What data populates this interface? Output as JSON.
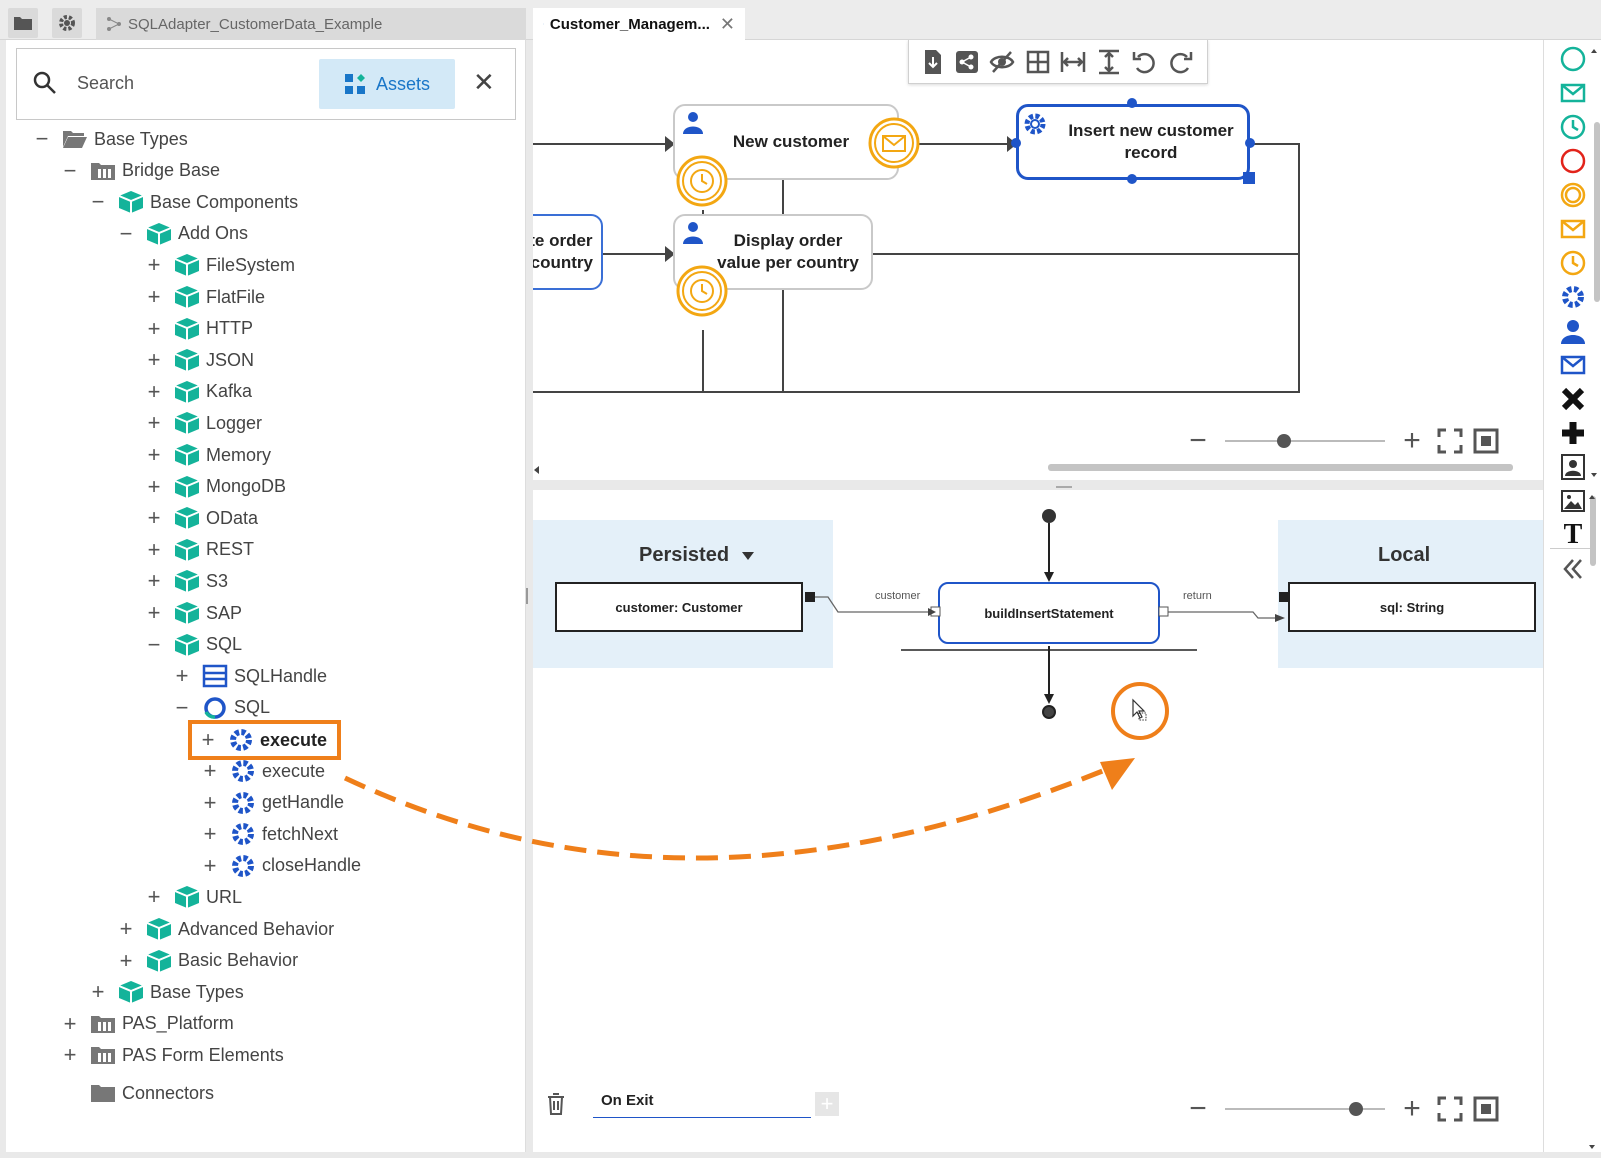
{
  "tabs": [
    {
      "label": "SQLAdapter_CustomerData_Example",
      "active": false
    },
    {
      "label": "Customer_Managem...",
      "active": true
    }
  ],
  "search": {
    "placeholder": "Search",
    "assets_label": "Assets"
  },
  "tree": [
    {
      "label": "Base Types",
      "toggle": "−",
      "icon": "folder-open-icon",
      "level": 0
    },
    {
      "label": "Bridge Base",
      "toggle": "−",
      "icon": "folder-library-icon",
      "level": 1
    },
    {
      "label": "Base Components",
      "toggle": "−",
      "icon": "package-icon",
      "level": 2
    },
    {
      "label": "Add Ons",
      "toggle": "−",
      "icon": "package-icon",
      "level": 3
    },
    {
      "label": "FileSystem",
      "toggle": "+",
      "icon": "package-icon",
      "level": 4
    },
    {
      "label": "FlatFile",
      "toggle": "+",
      "icon": "package-icon",
      "level": 4
    },
    {
      "label": "HTTP",
      "toggle": "+",
      "icon": "package-icon",
      "level": 4
    },
    {
      "label": "JSON",
      "toggle": "+",
      "icon": "package-icon",
      "level": 4
    },
    {
      "label": "Kafka",
      "toggle": "+",
      "icon": "package-icon",
      "level": 4
    },
    {
      "label": "Logger",
      "toggle": "+",
      "icon": "package-icon",
      "level": 4
    },
    {
      "label": "Memory",
      "toggle": "+",
      "icon": "package-icon",
      "level": 4
    },
    {
      "label": "MongoDB",
      "toggle": "+",
      "icon": "package-icon",
      "level": 4
    },
    {
      "label": "OData",
      "toggle": "+",
      "icon": "package-icon",
      "level": 4
    },
    {
      "label": "REST",
      "toggle": "+",
      "icon": "package-icon",
      "level": 4
    },
    {
      "label": "S3",
      "toggle": "+",
      "icon": "package-icon",
      "level": 4
    },
    {
      "label": "SAP",
      "toggle": "+",
      "icon": "package-icon",
      "level": 4
    },
    {
      "label": "SQL",
      "toggle": "−",
      "icon": "package-icon",
      "level": 4
    },
    {
      "label": "SQLHandle",
      "toggle": "+",
      "icon": "class-icon",
      "level": 5
    },
    {
      "label": "SQL",
      "toggle": "−",
      "icon": "ring-icon",
      "level": 5
    },
    {
      "label": "execute",
      "toggle": "+",
      "icon": "gear-icon",
      "level": 6,
      "highlight": true
    },
    {
      "label": "execute",
      "toggle": "+",
      "icon": "gear-icon",
      "level": 6
    },
    {
      "label": "getHandle",
      "toggle": "+",
      "icon": "gear-icon",
      "level": 6
    },
    {
      "label": "fetchNext",
      "toggle": "+",
      "icon": "gear-icon",
      "level": 6
    },
    {
      "label": "closeHandle",
      "toggle": "+",
      "icon": "gear-icon",
      "level": 6
    },
    {
      "label": "URL",
      "toggle": "+",
      "icon": "package-icon",
      "level": 4
    },
    {
      "label": "Advanced Behavior",
      "toggle": "+",
      "icon": "package-icon",
      "level": 3
    },
    {
      "label": "Basic Behavior",
      "toggle": "+",
      "icon": "package-icon",
      "level": 3
    },
    {
      "label": "Base Types",
      "toggle": "+",
      "icon": "package-icon",
      "level": 2
    },
    {
      "label": "PAS_Platform",
      "toggle": "+",
      "icon": "folder-library-icon",
      "level": 1
    },
    {
      "label": "PAS Form Elements",
      "toggle": "+",
      "icon": "folder-library-icon",
      "level": 1
    },
    {
      "label": "Connectors",
      "toggle": "",
      "icon": "folder-icon",
      "level": 1
    }
  ],
  "diagram": {
    "nodes": [
      {
        "id": "new-customer",
        "label": "New customer"
      },
      {
        "id": "insert",
        "label": "Insert new customer record"
      },
      {
        "id": "order",
        "label": "ate order\nr country"
      },
      {
        "id": "display",
        "label": "Display order\nvalue per country"
      }
    ]
  },
  "mapping": {
    "left_title": "Persisted",
    "right_title": "Local",
    "input_var": "customer: Customer",
    "operation": "buildInsertStatement",
    "output_var": "sql: String",
    "in_label": "customer",
    "out_label": "return",
    "tab_label": "On Exit"
  },
  "colors": {
    "accent_orange": "#ef7f1a",
    "teal": "#14b39a",
    "blue": "#1f55c8",
    "red": "#e2231a",
    "event_orange": "#f3a712"
  }
}
